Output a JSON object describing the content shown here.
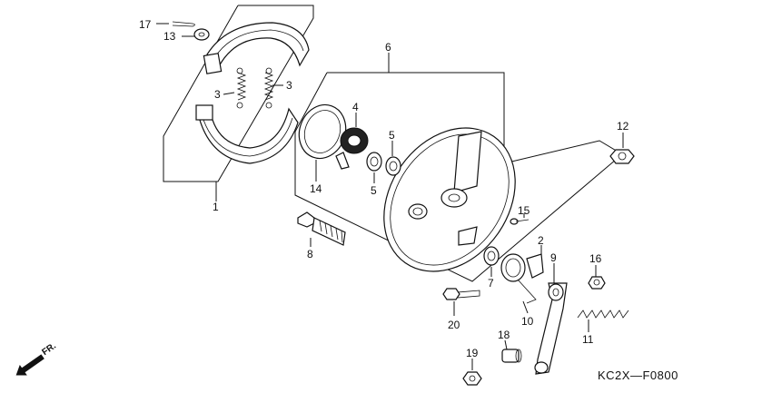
{
  "diagram_code": "KC2X—F0800",
  "direction_label": "FR.",
  "callouts": [
    {
      "id": "c1",
      "text": "1"
    },
    {
      "id": "c2",
      "text": "2"
    },
    {
      "id": "c3a",
      "text": "3"
    },
    {
      "id": "c3b",
      "text": "3"
    },
    {
      "id": "c4",
      "text": "4"
    },
    {
      "id": "c5a",
      "text": "5"
    },
    {
      "id": "c5b",
      "text": "5"
    },
    {
      "id": "c6",
      "text": "6"
    },
    {
      "id": "c7",
      "text": "7"
    },
    {
      "id": "c8",
      "text": "8"
    },
    {
      "id": "c9",
      "text": "9"
    },
    {
      "id": "c10",
      "text": "10"
    },
    {
      "id": "c11",
      "text": "11"
    },
    {
      "id": "c12",
      "text": "12"
    },
    {
      "id": "c13",
      "text": "13"
    },
    {
      "id": "c14",
      "text": "14"
    },
    {
      "id": "c15",
      "text": "15"
    },
    {
      "id": "c16",
      "text": "16"
    },
    {
      "id": "c17",
      "text": "17"
    },
    {
      "id": "c18",
      "text": "18"
    },
    {
      "id": "c19",
      "text": "19"
    },
    {
      "id": "c20",
      "text": "20"
    }
  ]
}
